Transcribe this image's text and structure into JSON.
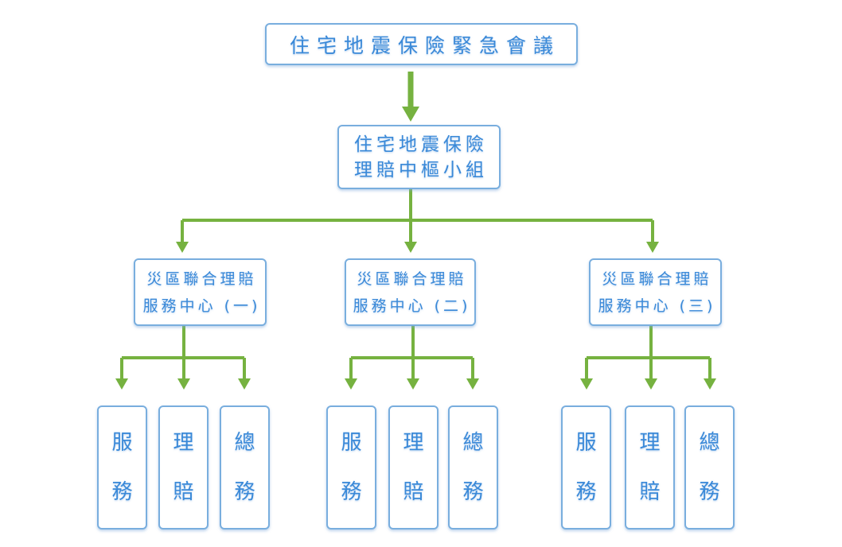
{
  "diagram": {
    "root": {
      "label": "住宅地震保險緊急會議"
    },
    "hub": {
      "line1": "住宅地震保險",
      "line2": "理賠中樞小組"
    },
    "centers": [
      {
        "line1": "災區聯合理賠",
        "line2": "服務中心 (一)",
        "teams": [
          "服務",
          "理賠",
          "總務"
        ]
      },
      {
        "line1": "災區聯合理賠",
        "line2": "服務中心 (二)",
        "teams": [
          "服務",
          "理賠",
          "總務"
        ]
      },
      {
        "line1": "災區聯合理賠",
        "line2": "服務中心 (三)",
        "teams": [
          "服務",
          "理賠",
          "總務"
        ]
      }
    ],
    "colors": {
      "box_border": "#79aede",
      "box_text": "#3a89d8",
      "connector_green": "#76b240",
      "background": "#ffffff"
    }
  }
}
